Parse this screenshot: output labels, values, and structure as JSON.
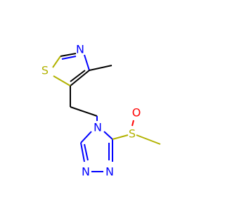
{
  "molecule": {
    "atoms": {
      "thiazole_s": {
        "symbol": "S",
        "color": "#b2b200"
      },
      "thiazole_n": {
        "symbol": "N",
        "color": "#0000ff"
      },
      "triazole_n4": {
        "symbol": "N",
        "color": "#0000ff"
      },
      "triazole_n1": {
        "symbol": "N",
        "color": "#0000ff"
      },
      "triazole_n2": {
        "symbol": "N",
        "color": "#0000ff"
      },
      "sulfinyl_s": {
        "symbol": "S",
        "color": "#b2b200"
      },
      "sulfinyl_o": {
        "symbol": "O",
        "color": "#ff0000"
      }
    }
  }
}
